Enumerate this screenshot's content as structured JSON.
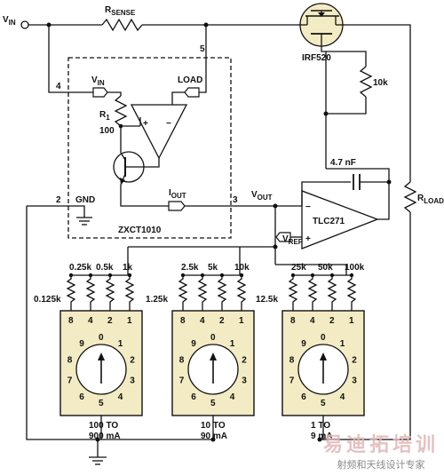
{
  "labels": {
    "vin": "V",
    "vin_sub": "IN",
    "rsense": "R",
    "rsense_sub": "SENSE",
    "mosfet": "IRF520",
    "r10k": "10k",
    "pin5": "5",
    "pin4": "4",
    "pin3": "3",
    "pin2": "2",
    "ic_vin": "V",
    "ic_vin_sub": "IN",
    "load": "LOAD",
    "r1": "R",
    "r1_sub": "1",
    "r1_val": "100",
    "gnd": "GND",
    "iout": "I",
    "iout_sub": "OUT",
    "vout": "V",
    "vout_sub": "OUT",
    "ic_name": "ZXCT1010",
    "cap": "4.7 nF",
    "opamp": "TLC271",
    "vref": "V",
    "vref_sub": "REF",
    "rload": "R",
    "rload_sub": "LOAD",
    "minus": "−",
    "plus": "+"
  },
  "switches": [
    {
      "resistors": [
        "0.125k",
        "0.25k",
        "0.5k",
        "1k"
      ],
      "bits": [
        "8",
        "4",
        "2",
        "1"
      ],
      "dial": [
        "0",
        "1",
        "2",
        "3",
        "4",
        "5",
        "6",
        "7",
        "8",
        "9"
      ],
      "range_line1": "100 TO",
      "range_line2": "900 mA"
    },
    {
      "resistors": [
        "1.25k",
        "2.5k",
        "5k",
        "10k"
      ],
      "bits": [
        "8",
        "4",
        "2",
        "1"
      ],
      "dial": [
        "0",
        "1",
        "2",
        "3",
        "4",
        "5",
        "6",
        "7",
        "8",
        "9"
      ],
      "range_line1": "10 TO",
      "range_line2": "90 mA"
    },
    {
      "resistors": [
        "12.5k",
        "25k",
        "50k",
        "100k"
      ],
      "bits": [
        "8",
        "4",
        "2",
        "1"
      ],
      "dial": [
        "0",
        "1",
        "2",
        "3",
        "4",
        "5",
        "6",
        "7",
        "8",
        "9"
      ],
      "range_line1": "1 TO",
      "range_line2": "9 mA"
    }
  ],
  "watermark": {
    "line1": "易迪拓培训",
    "line2": "射频和天线设计专家"
  },
  "colors": {
    "wire": "#111111",
    "switch_fill": "#f3ebc4",
    "mosfet_fill": "#f3ebc4",
    "watermark": "#e2b7b7"
  }
}
